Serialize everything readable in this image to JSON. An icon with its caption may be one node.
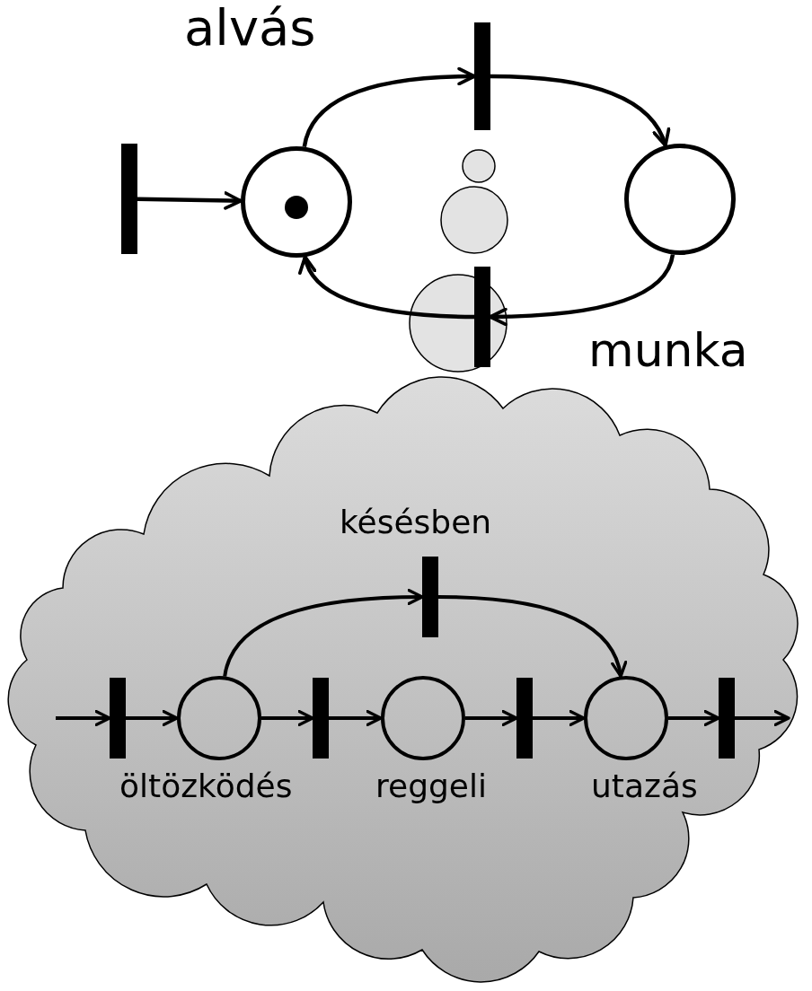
{
  "diagram": {
    "nodes": [
      {
        "text": [],
        "shape": "bar"
      },
      {
        "text": [],
        "shape": "circle",
        "beside": [
          "alvás"
        ]
      },
      {
        "text": [],
        "shape": "bar"
      },
      {
        "text": [],
        "shape": "circle",
        "beside": [
          "munka"
        ]
      },
      {
        "text": [],
        "shape": "bar"
      },
      {
        "text": [],
        "shape": "cloud"
      },
      {
        "text": [],
        "shape": "bar",
        "in": 5,
        "beside": [
          "késésben"
        ]
      },
      {
        "text": [],
        "shape": "bar",
        "in": 5
      },
      {
        "text": [],
        "shape": "circle",
        "in": 5,
        "beside": [
          "öltözködés"
        ]
      },
      {
        "text": [],
        "shape": "bar",
        "in": 5
      },
      {
        "text": [],
        "shape": "circle",
        "in": 5,
        "beside": [
          "reggeli"
        ]
      },
      {
        "text": [],
        "shape": "bar",
        "in": 5
      },
      {
        "text": [],
        "shape": "circle",
        "in": 5,
        "beside": [
          "utazás"
        ]
      },
      {
        "text": [],
        "shape": "bar",
        "in": 5
      }
    ],
    "edges": [
      {
        "from": 0,
        "to": 1,
        "arrow": "to"
      },
      {
        "from": 1,
        "to": 2,
        "arrow": "to"
      },
      {
        "from": 2,
        "to": 3,
        "arrow": "to"
      },
      {
        "from": 3,
        "to": 4,
        "arrow": "to"
      },
      {
        "from": 4,
        "to": 1,
        "arrow": "to"
      },
      {
        "from": null,
        "to": 7,
        "arrow": "to"
      },
      {
        "from": 7,
        "to": 8,
        "arrow": "to"
      },
      {
        "from": 8,
        "to": 9,
        "arrow": "to"
      },
      {
        "from": 9,
        "to": 10,
        "arrow": "to"
      },
      {
        "from": 10,
        "to": 11,
        "arrow": "to"
      },
      {
        "from": 11,
        "to": 12,
        "arrow": "to"
      },
      {
        "from": 12,
        "to": 13,
        "arrow": "to"
      },
      {
        "from": 13,
        "to": null,
        "arrow": "to"
      },
      {
        "from": 8,
        "to": 6,
        "arrow": "to"
      },
      {
        "from": 6,
        "to": 12,
        "arrow": "to"
      }
    ]
  }
}
